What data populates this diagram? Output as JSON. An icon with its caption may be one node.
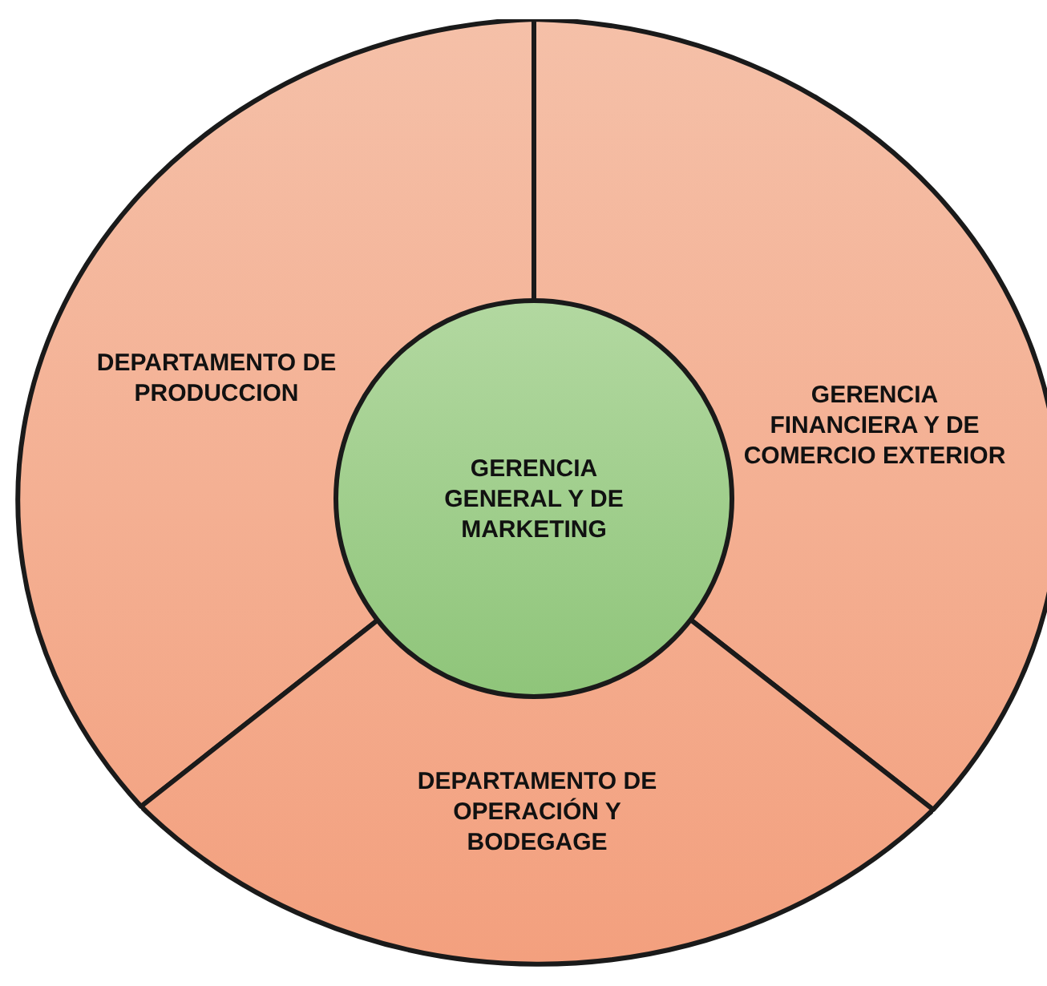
{
  "diagram": {
    "nodes": [
      {
        "text": [
          "DEPARTAMENTO DE PRODUCCION"
        ]
      },
      {
        "text": [
          "GERENCIA GENERAL Y DE MARKETING"
        ]
      },
      {
        "text": [
          "GERENCIA FINANCIERA Y DE COMERCIO EXTERIOR"
        ]
      },
      {
        "text": [
          "DEPARTAMENTO DE OPERACIÓN Y BODEGAGE"
        ]
      }
    ]
  }
}
